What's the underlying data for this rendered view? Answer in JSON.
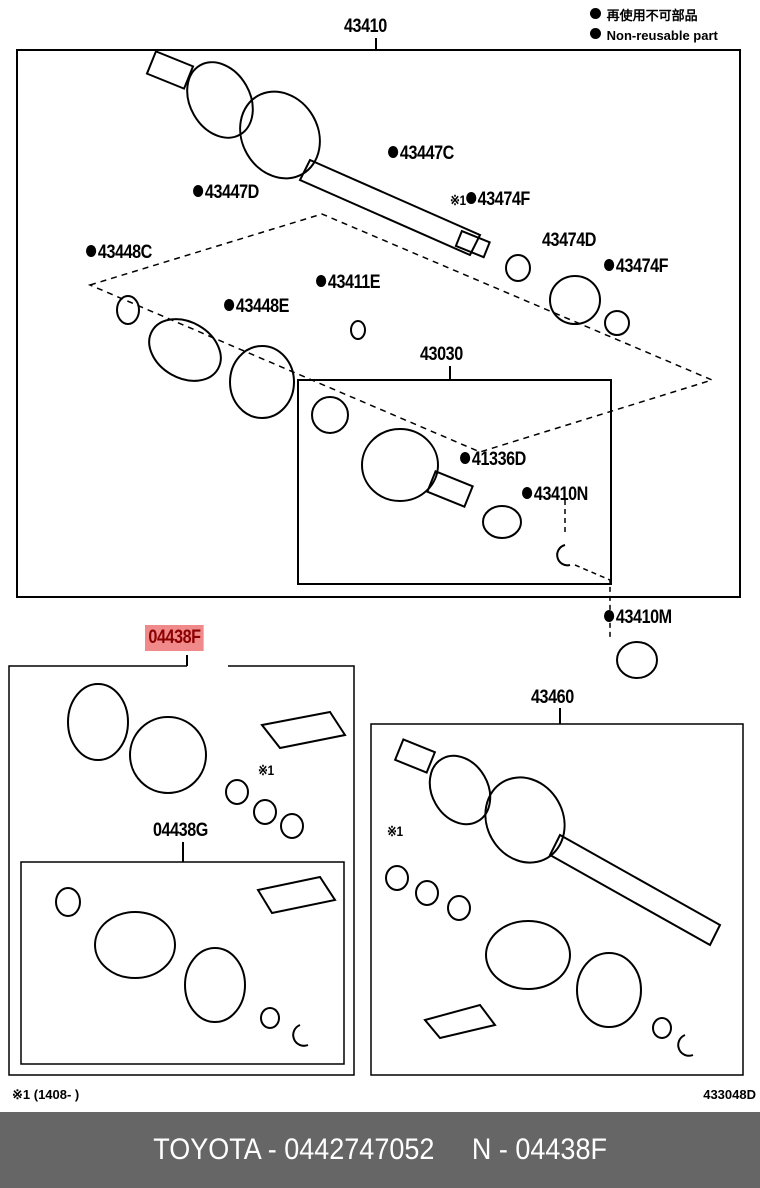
{
  "legend": {
    "jp": "再使用不可部品",
    "en": "Non-reusable part"
  },
  "labels": {
    "p43410": "43410",
    "p43447C": "43447C",
    "p43447D": "43447D",
    "p43474F_a": "43474F",
    "p43474F_a_note": "※1",
    "p43474D": "43474D",
    "p43474F_b": "43474F",
    "p43448C": "43448C",
    "p43411E": "43411E",
    "p43448E": "43448E",
    "p43030": "43030",
    "p41336D": "41336D",
    "p43410N": "43410N",
    "p43410M": "43410M",
    "p04438F": "04438F",
    "p04438F_note": "※1",
    "p04438G": "04438G",
    "p43460": "43460",
    "p43460_note": "※1"
  },
  "footnote": "※1 (1408-      )",
  "diagram_code": "433048D",
  "bottom_bar": {
    "text": "TOYOTA - 0442747052     N - 04438F"
  }
}
